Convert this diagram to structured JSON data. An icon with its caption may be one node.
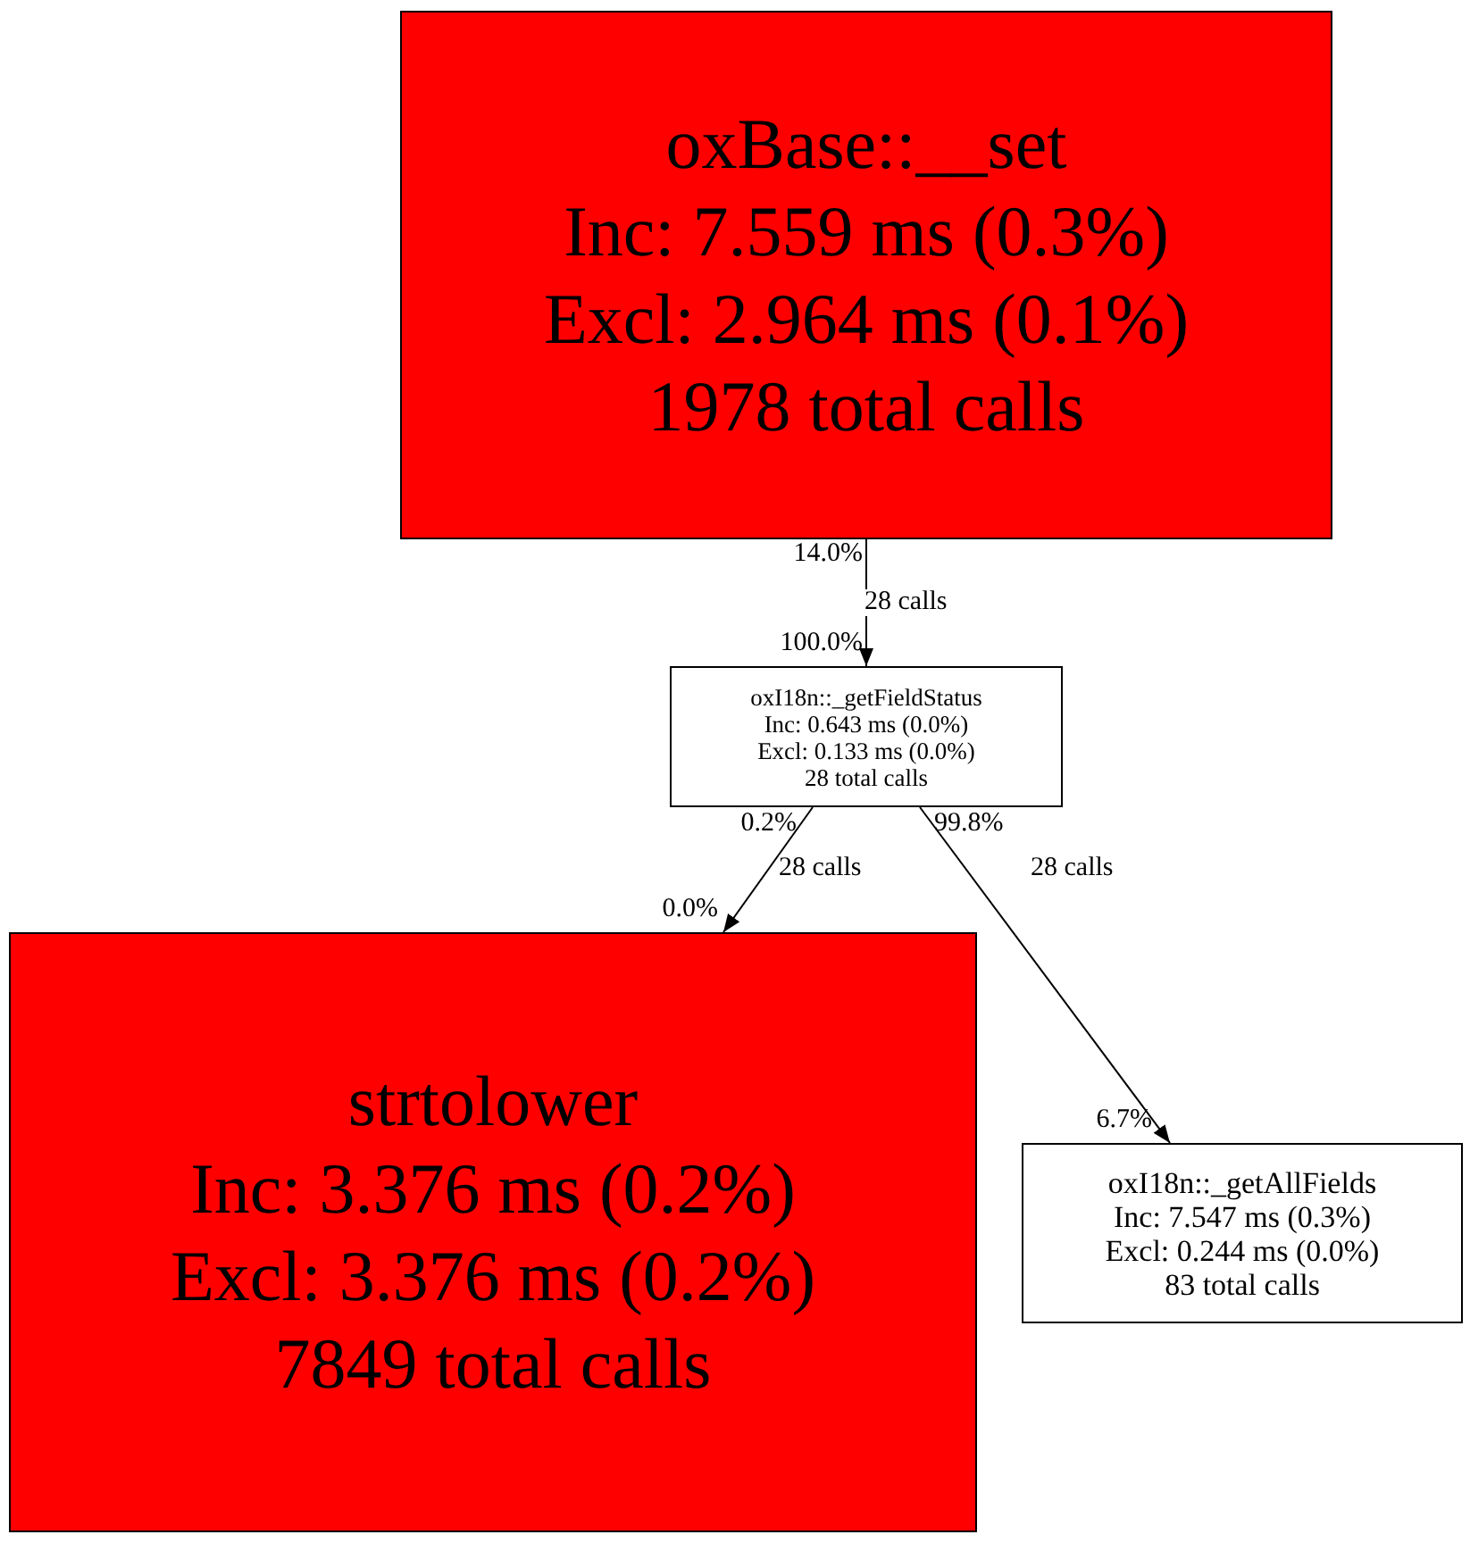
{
  "diagram": {
    "nodes": [
      {
        "text": [
          "oxBase::__set",
          "Inc: 7.559 ms (0.3%)",
          "Excl: 2.964 ms (0.1%)",
          "1978 total calls"
        ]
      },
      {
        "text": [
          "oxI18n::_getFieldStatus",
          "Inc: 0.643 ms (0.0%)",
          "Excl: 0.133 ms (0.0%)",
          "28 total calls"
        ]
      },
      {
        "text": [
          "strtolower",
          "Inc: 3.376 ms (0.2%)",
          "Excl: 3.376 ms (0.2%)",
          "7849 total calls"
        ]
      },
      {
        "text": [
          "oxI18n::_getAllFields",
          "Inc: 7.547 ms (0.3%)",
          "Excl: 0.244 ms (0.0%)",
          "83 total calls"
        ]
      }
    ],
    "edges": [
      {
        "from": 0,
        "to": 1,
        "arrow": "to",
        "label": "28 calls"
      },
      {
        "from": 1,
        "to": 2,
        "arrow": "to",
        "label": "28 calls"
      },
      {
        "from": 1,
        "to": 3,
        "arrow": "to",
        "label": "28 calls"
      }
    ],
    "labels": [
      "14.0%",
      "100.0%",
      "0.2%",
      "99.8%",
      "0.0%",
      "6.7%"
    ]
  }
}
